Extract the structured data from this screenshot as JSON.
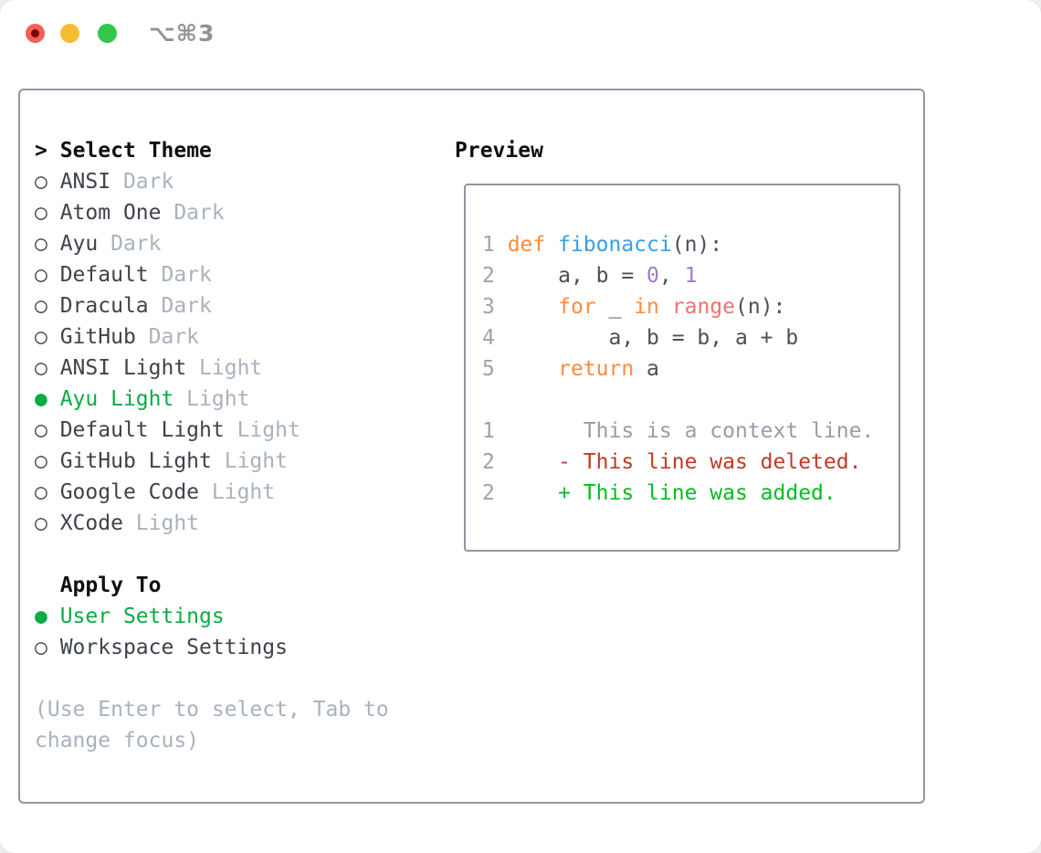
{
  "titlebar": {
    "shortcut": "⌥⌘3",
    "traffic_lights": [
      "close",
      "minimize",
      "zoom"
    ]
  },
  "theme_panel": {
    "title": "Select Theme",
    "title_prefix": ">",
    "bullet_unselected": "○",
    "bullet_selected": "●",
    "themes": [
      {
        "name": "ANSI",
        "tag": "Dark",
        "selected": false
      },
      {
        "name": "Atom One",
        "tag": "Dark",
        "selected": false
      },
      {
        "name": "Ayu",
        "tag": "Dark",
        "selected": false
      },
      {
        "name": "Default",
        "tag": "Dark",
        "selected": false
      },
      {
        "name": "Dracula",
        "tag": "Dark",
        "selected": false
      },
      {
        "name": "GitHub",
        "tag": "Dark",
        "selected": false
      },
      {
        "name": "ANSI Light",
        "tag": "Light",
        "selected": false
      },
      {
        "name": "Ayu Light",
        "tag": "Light",
        "selected": true
      },
      {
        "name": "Default Light",
        "tag": "Light",
        "selected": false
      },
      {
        "name": "GitHub Light",
        "tag": "Light",
        "selected": false
      },
      {
        "name": "Google Code",
        "tag": "Light",
        "selected": false
      },
      {
        "name": "XCode",
        "tag": "Light",
        "selected": false
      }
    ],
    "apply_to": {
      "title": "Apply To",
      "options": [
        {
          "name": "User Settings",
          "selected": true
        },
        {
          "name": "Workspace Settings",
          "selected": false
        }
      ]
    },
    "hint_lines": [
      "(Use Enter to select, Tab to",
      "change focus)"
    ]
  },
  "preview": {
    "title": "Preview",
    "lines": [
      [
        [
          "1 ",
          "num"
        ],
        [
          "def ",
          "kw"
        ],
        [
          "fibonacci",
          "fn"
        ],
        [
          "(n):",
          "fg"
        ]
      ],
      [
        [
          "2 ",
          "num"
        ],
        [
          "    a, b = ",
          "fg"
        ],
        [
          "0",
          "const"
        ],
        [
          ", ",
          "fg"
        ],
        [
          "1",
          "const"
        ]
      ],
      [
        [
          "3 ",
          "num"
        ],
        [
          "    ",
          "fg"
        ],
        [
          "for",
          "kw"
        ],
        [
          " _ ",
          "fg"
        ],
        [
          "in",
          "kw"
        ],
        [
          " ",
          "fg"
        ],
        [
          "range",
          "rng"
        ],
        [
          "(n):",
          "fg"
        ]
      ],
      [
        [
          "4 ",
          "num"
        ],
        [
          "        a, b = b, a + b",
          "fg"
        ]
      ],
      [
        [
          "5 ",
          "num"
        ],
        [
          "    ",
          "fg"
        ],
        [
          "return",
          "kw"
        ],
        [
          " a",
          "fg"
        ]
      ],
      [],
      [
        [
          "1 ",
          "num"
        ],
        [
          "      ",
          "fg"
        ],
        [
          "This is a context line.",
          "ctx"
        ]
      ],
      [
        [
          "2 ",
          "num"
        ],
        [
          "    ",
          "fg"
        ],
        [
          "- This line was deleted.",
          "del"
        ]
      ],
      [
        [
          "2 ",
          "num"
        ],
        [
          "    ",
          "fg"
        ],
        [
          "+ This line was added.",
          "add"
        ]
      ]
    ]
  },
  "colors": {
    "accent_green": "#0cab45",
    "diff_added": "#02bd1f",
    "diff_deleted": "#c23a27",
    "syntax_keyword": "#fa8d3e",
    "syntax_function": "#399ee6",
    "syntax_constant": "#a37acc",
    "syntax_call": "#f07171",
    "muted_gray": "#a9b2bd",
    "dark_text": "#3e434b",
    "border_gray": "#8e97a1"
  }
}
